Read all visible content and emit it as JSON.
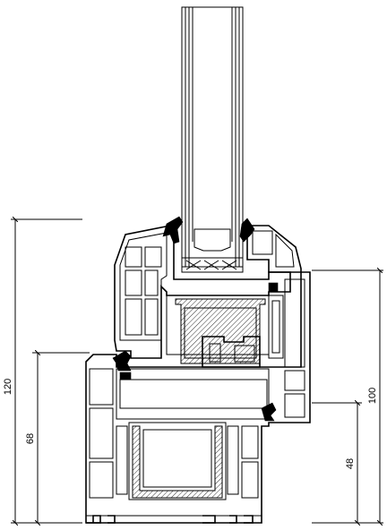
{
  "dimensions": {
    "left_outer": "120",
    "left_inner": "68",
    "right_outer": "100",
    "right_inner": "48"
  }
}
